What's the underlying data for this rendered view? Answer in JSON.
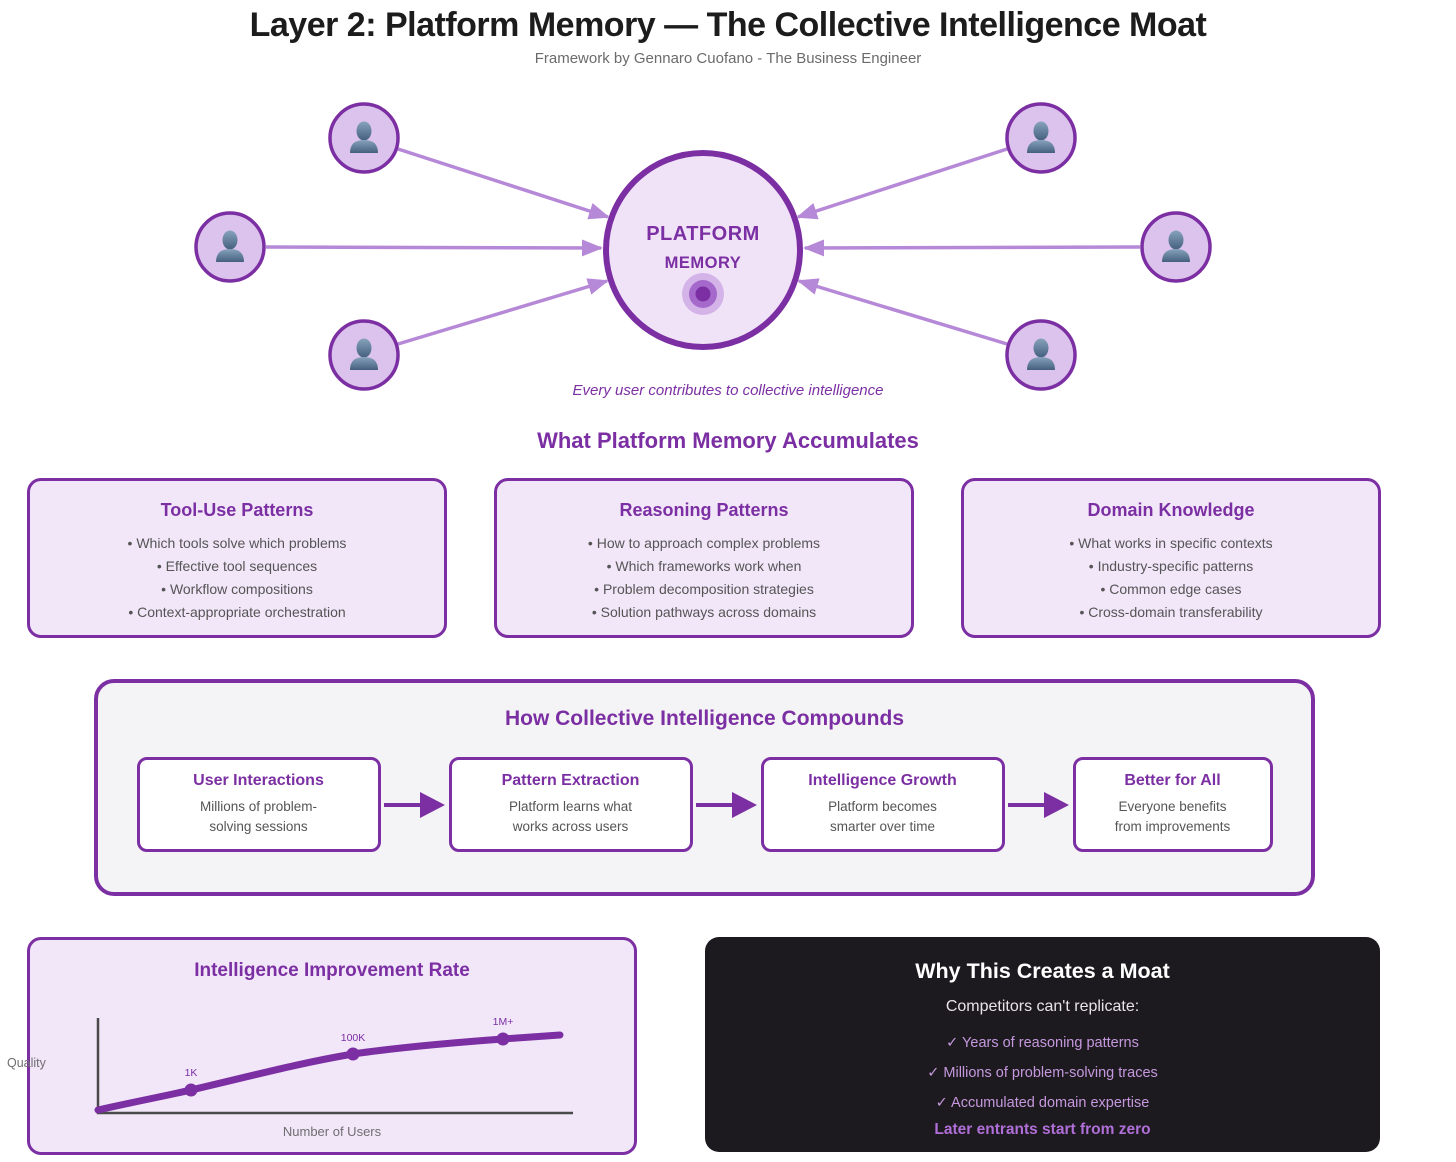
{
  "title": "Layer 2: Platform Memory — The Collective Intelligence Moat",
  "subtitle": "Framework by Gennaro Cuofano - The Business Engineer",
  "hub": {
    "center_line1": "PLATFORM",
    "center_line2": "MEMORY",
    "caption": "Every user contributes to collective intelligence",
    "user_count": 6
  },
  "icons": {
    "user_avatar": "person-bust-silhouette",
    "memory_core": "concentric-target-circles"
  },
  "accumulates": {
    "heading": "What Platform Memory Accumulates",
    "cards": [
      {
        "title": "Tool-Use Patterns",
        "bullets": [
          "Which tools solve which problems",
          "Effective tool sequences",
          "Workflow compositions",
          "Context-appropriate orchestration"
        ]
      },
      {
        "title": "Reasoning Patterns",
        "bullets": [
          "How to approach complex problems",
          "Which frameworks work when",
          "Problem decomposition strategies",
          "Solution pathways across domains"
        ]
      },
      {
        "title": "Domain Knowledge",
        "bullets": [
          "What works in specific contexts",
          "Industry-specific patterns",
          "Common edge cases",
          "Cross-domain transferability"
        ]
      }
    ]
  },
  "compounds": {
    "heading": "How Collective Intelligence Compounds",
    "steps": [
      {
        "title": "User Interactions",
        "line1": "Millions of problem-",
        "line2": "solving sessions"
      },
      {
        "title": "Pattern Extraction",
        "line1": "Platform learns what",
        "line2": "works across users"
      },
      {
        "title": "Intelligence Growth",
        "line1": "Platform becomes",
        "line2": "smarter over time"
      },
      {
        "title": "Better for All",
        "line1": "Everyone benefits",
        "line2": "from improvements"
      }
    ]
  },
  "chart_data": {
    "type": "line",
    "title": "Intelligence Improvement Rate",
    "xlabel": "Number of Users",
    "ylabel": "Quality",
    "shape": "concave increasing, diminishing returns",
    "axis_ticks_shown": false,
    "points": [
      {
        "label": "1K",
        "x_frac": 0.2,
        "y_frac": 0.22
      },
      {
        "label": "100K",
        "x_frac": 0.54,
        "y_frac": 0.6
      },
      {
        "label": "1M+",
        "x_frac": 0.86,
        "y_frac": 0.8
      }
    ]
  },
  "moat": {
    "title": "Why This Creates a Moat",
    "subtitle": "Competitors can't replicate:",
    "items": [
      "✓ Years of reasoning patterns",
      "✓ Millions of problem-solving traces",
      "✓ Accumulated domain expertise"
    ],
    "footer": "Later entrants start from zero"
  },
  "colors": {
    "purple": "#7b2fa3",
    "light_purple_fill": "#f2e6f9",
    "avatar_fill": "#dcc3ed",
    "arrow_light": "#b688d8",
    "dark_panel": "#1d1a1f",
    "check_text": "#c598de",
    "footer_purple": "#b06fd8",
    "body_gray": "#555555"
  }
}
